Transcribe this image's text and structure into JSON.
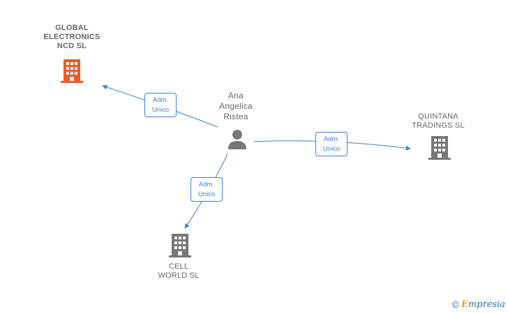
{
  "nodes": {
    "global_electronics": {
      "label": "GLOBAL\nELECTRONICS\nNCD  SL",
      "icon": "building-icon",
      "color": "#f05a28"
    },
    "person": {
      "label": "Ana\nAngelica\nRistea",
      "icon": "person-icon",
      "color": "#777777"
    },
    "quintana": {
      "label": "QUINTANA\nTRADINGS  SL",
      "icon": "building-icon",
      "color": "#777777"
    },
    "cell_world": {
      "label": "CELL\nWORLD  SL",
      "icon": "building-icon",
      "color": "#777777"
    }
  },
  "edges": [
    {
      "from": "person",
      "to": "global_electronics",
      "label": "Adm.\nUnico"
    },
    {
      "from": "person",
      "to": "quintana",
      "label": "Adm.\nUnico"
    },
    {
      "from": "person",
      "to": "cell_world",
      "label": "Adm.\nUnico"
    }
  ],
  "colors": {
    "edge": "#3b7dd8"
  },
  "footer": {
    "copyright": "©",
    "brand_first": "E",
    "brand_rest": "mpresia"
  }
}
